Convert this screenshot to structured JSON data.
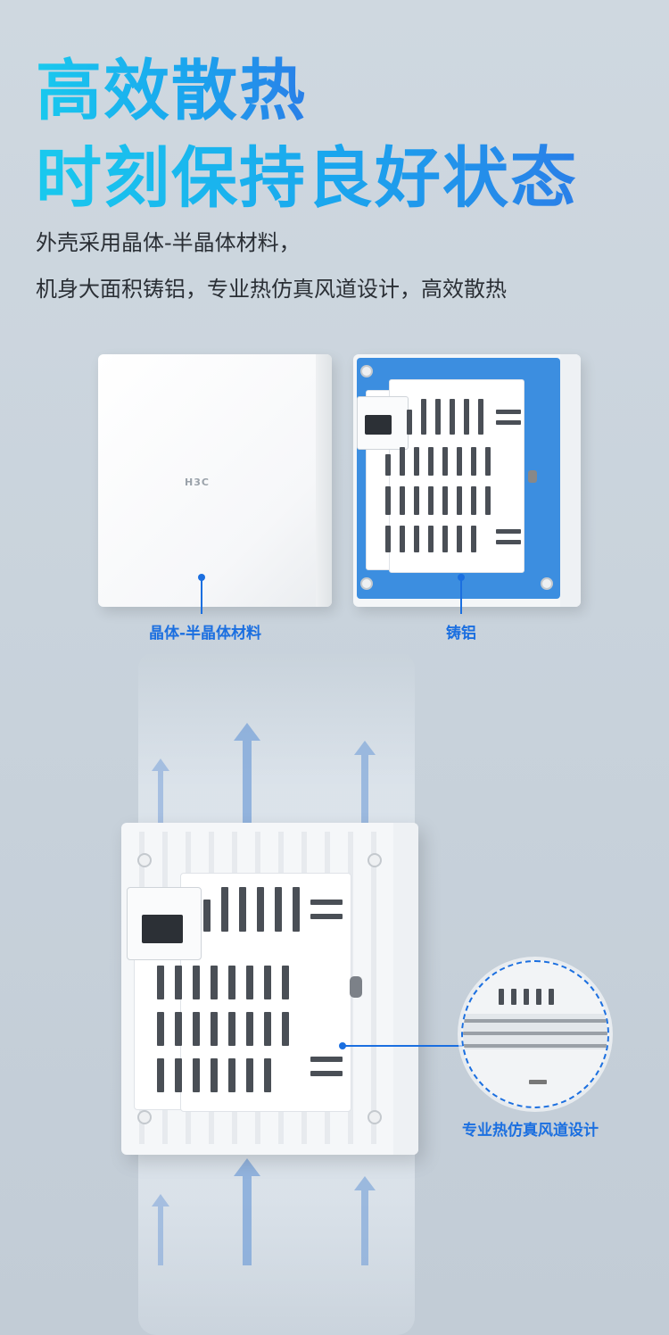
{
  "header": {
    "title_line1": "高效散热",
    "title_line2": "时刻保持良好状态",
    "desc_line1": "外壳采用晶体-半晶体材料，",
    "desc_line2": "机身大面积铸铝，专业热仿真风道设计，高效散热"
  },
  "device_front": {
    "logo": "H3C"
  },
  "callouts": {
    "front_material": "晶体-半晶体材料",
    "back_material": "铸铝",
    "airflow_design": "专业热仿真风道设计"
  },
  "colors": {
    "title_gradient_start": "#19c9ee",
    "title_gradient_end": "#2a7fe8",
    "accent": "#1b6fe0",
    "aluminum": "#3c8ee0"
  }
}
